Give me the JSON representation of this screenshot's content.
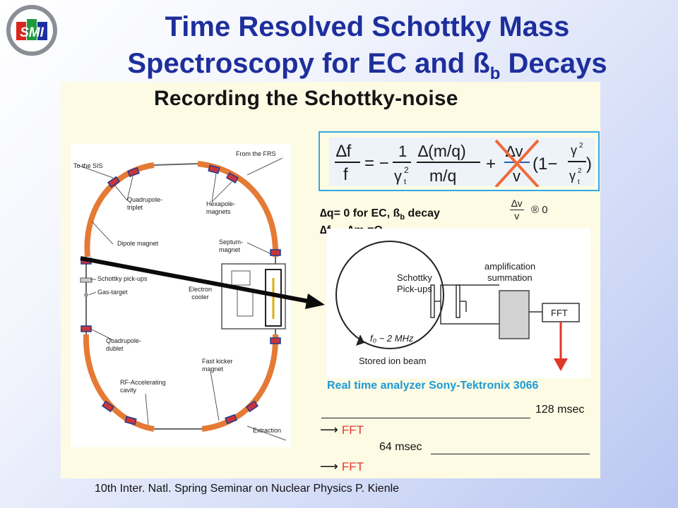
{
  "logo": {
    "text": "SMI",
    "colors": {
      "ring": "#8a8f96",
      "red": "#d9261c",
      "green": "#1e9a3e",
      "blue": "#1d2fa3"
    }
  },
  "title": {
    "line1": "Time Resolved Schottky Mass",
    "line2_main": "Spectroscopy for EC and ß",
    "line2_sub": "b",
    "line2_end": " Decays"
  },
  "panel": {
    "heading": "Recording the Schottky-noise"
  },
  "ring_labels": {
    "to_sis": "To the SIS",
    "from_frs": "From the FRS",
    "quadrupole_triplet_1": "Quadrupole-",
    "quadrupole_triplet_2": "triplet",
    "hexapole_1": "Hexapole-",
    "hexapole_2": "magnets",
    "dipole": "Dipole magnet",
    "septum_1": "Septum-",
    "septum_2": "magnet",
    "schottky": "Schottky pick-ups",
    "gas_target": "Gas-target",
    "electron_1": "Electron",
    "electron_2": "cooler",
    "quad_doublet_1": "Quadrupole-",
    "quad_doublet_2": "dublet",
    "rf_1": "RF-Accelerating",
    "rf_2": "cavity",
    "kicker_1": "Fast kicker",
    "kicker_2": "magnet",
    "extraction": "Extraction"
  },
  "formula": {
    "df": "∆f",
    "f": "f",
    "eq": "= −",
    "one": "1",
    "gamma_t": "γ",
    "t": "t",
    "two": "2",
    "dmq": "∆(m/q)",
    "mq": "m/q",
    "plus": "+",
    "dv": "∆v",
    "v": "v",
    "paren_open": "(1−",
    "gamma": "γ",
    "paren_close": ")"
  },
  "notes": {
    "line1_main": "∆q= 0 for EC, ß",
    "line1_sub": "b",
    "line1_end": " decay",
    "line2": "∆f ~ -∆m =Q",
    "side_num": "∆v",
    "side_den": "v",
    "side_sym": "® 0"
  },
  "schematic": {
    "pickups_1": "Schottky",
    "pickups_2": "Pick-ups",
    "amp_1": "amplification",
    "amp_2": "summation",
    "fft": "FFT",
    "freq": "f₀ ~ 2 MHz",
    "beam": "Stored ion beam"
  },
  "analyzer": "Real time analyzer Sony-Tektronix 3066",
  "timing": {
    "t128": "128 msec",
    "t64": "64 msec",
    "arrow": "⟶",
    "fft": "FFT"
  },
  "footer": "10th Inter. Natl. Spring Seminar on Nuclear Physics   P. Kienle"
}
